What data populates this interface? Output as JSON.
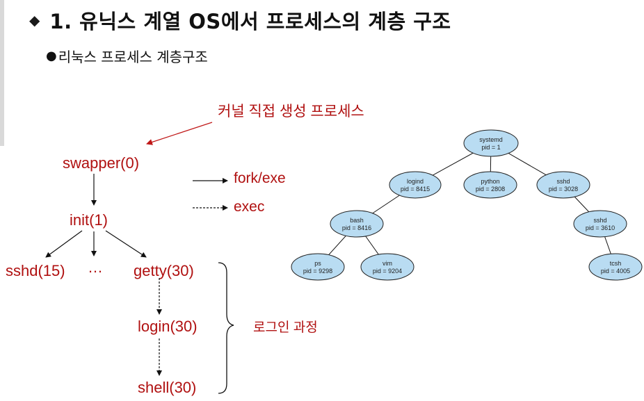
{
  "slide": {
    "title": "1. 유닉스 계열 OS에서 프로세스의 계층 구조",
    "title_bullet": "◆",
    "subtitle_bullet": "●",
    "subtitle": "리눅스 프로세스 계층구조"
  },
  "left_diagram": {
    "kernel_note": "커널 직접 생성 프로세스",
    "nodes": {
      "swapper": "swapper(0)",
      "init": "init(1)",
      "sshd": "sshd(15)",
      "ellipsis": "…",
      "getty": "getty(30)",
      "login": "login(30)",
      "shell": "shell(30)"
    },
    "legend": {
      "fork_exec": "fork/exe",
      "exec": "exec"
    },
    "login_process_note": "로그인 과정",
    "text_color": "#b01010"
  },
  "right_tree": {
    "node_fill": "#b9dcf2",
    "nodes": {
      "systemd": {
        "name": "systemd",
        "pid": "pid = 1"
      },
      "logind": {
        "name": "logind",
        "pid": "pid = 8415"
      },
      "python": {
        "name": "python",
        "pid": "pid = 2808"
      },
      "sshd": {
        "name": "sshd",
        "pid": "pid = 3028"
      },
      "bash": {
        "name": "bash",
        "pid": "pid = 8416"
      },
      "sshd2": {
        "name": "sshd",
        "pid": "pid = 3610"
      },
      "ps": {
        "name": "ps",
        "pid": "pid = 9298"
      },
      "vim": {
        "name": "vim",
        "pid": "pid = 9204"
      },
      "tcsh": {
        "name": "tcsh",
        "pid": "pid = 4005"
      }
    }
  }
}
